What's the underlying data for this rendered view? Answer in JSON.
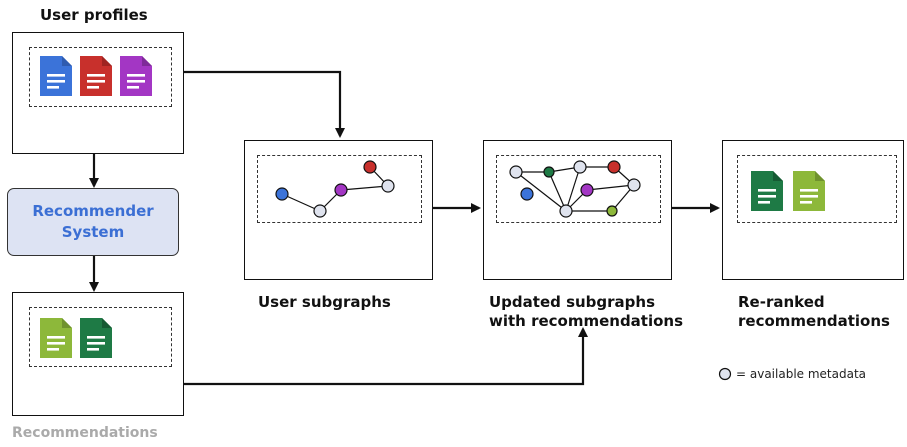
{
  "labels": {
    "user_profiles": "User profiles",
    "recommender": "Recommender System",
    "recommendations": "Recommendations",
    "user_subgraphs": "User subgraphs",
    "updated_subgraphs_line1": "Updated subgraphs",
    "updated_subgraphs_line2": "with recommendations",
    "reranked_line1": "Re-ranked",
    "reranked_line2": "recommendations",
    "legend": "= available metadata"
  },
  "colors": {
    "blue": "#3b73d9",
    "red": "#c8302c",
    "purple": "#a336c4",
    "lime": "#8db83a",
    "green": "#1e7a45",
    "recommender_fill": "#dde3f3",
    "recommender_text": "#3b6fd4",
    "metadata_node": "#dfe3ee",
    "recommendations_label": "#aaaaaa"
  },
  "icons": {
    "document": "document-icon",
    "metadata_node": "metadata-node-icon"
  }
}
